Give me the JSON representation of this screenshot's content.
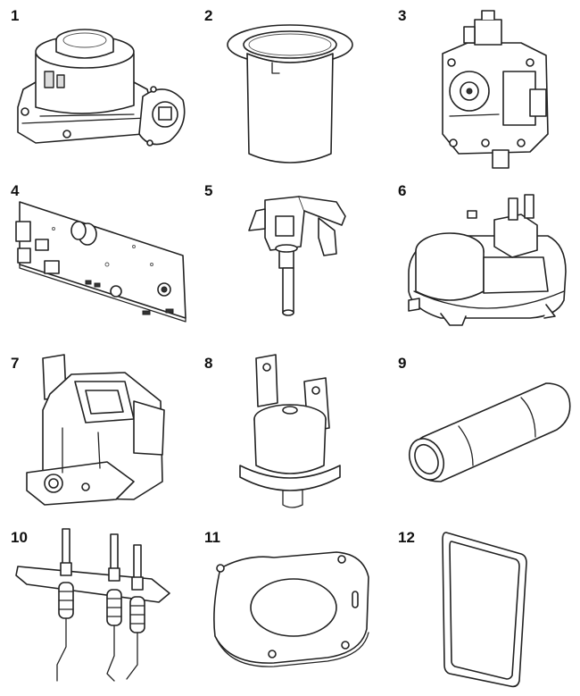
{
  "items": [
    {
      "number": "1"
    },
    {
      "number": "2"
    },
    {
      "number": "3"
    },
    {
      "number": "4"
    },
    {
      "number": "5"
    },
    {
      "number": "6"
    },
    {
      "number": "7"
    },
    {
      "number": "8"
    },
    {
      "number": "9"
    },
    {
      "number": "10"
    },
    {
      "number": "11"
    },
    {
      "number": "12"
    }
  ]
}
